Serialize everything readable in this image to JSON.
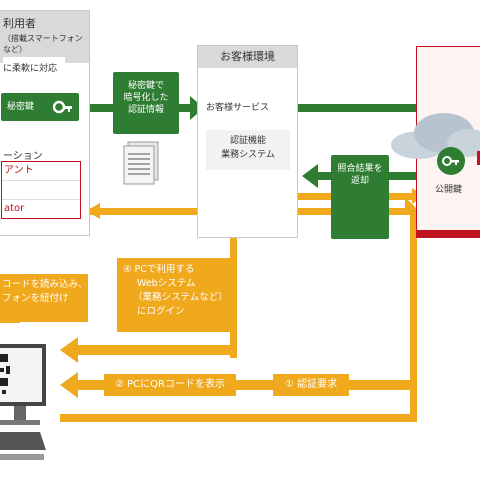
{
  "user_panel": {
    "title": "利用者",
    "subtitle": "（搭載スマートフォンなど）",
    "flex_text": "に柔軟に対応",
    "secret_key": "秘密鍵",
    "section_label": "ーション",
    "list_items": [
      "アント",
      "",
      "ator"
    ]
  },
  "encrypted_box": {
    "text": [
      "秘密鍵で",
      "暗号化した",
      "認証情報"
    ]
  },
  "customer_panel": {
    "title": "お客様環境",
    "service": "お客様サービス",
    "auth_system": [
      "認証機能",
      "業務システム"
    ]
  },
  "return_box": {
    "text": [
      "照合結果を",
      "返却"
    ]
  },
  "cloud_panel": {
    "public_key": "公開鍵"
  },
  "left_orange": {
    "text": [
      "コードを読み込み、",
      "フォンを紐付け"
    ]
  },
  "step4": {
    "text": [
      "④ PCで利用する",
      "Webシステム",
      "（業務システムなど）",
      "にログイン"
    ]
  },
  "step2": {
    "text": "② PCにQRコードを表示"
  },
  "step1": {
    "text": "① 認証要求"
  },
  "colors": {
    "green": "#2e7d32",
    "orange": "#f0a81c",
    "red": "#c1121f",
    "gray": "#d9d9d9"
  }
}
